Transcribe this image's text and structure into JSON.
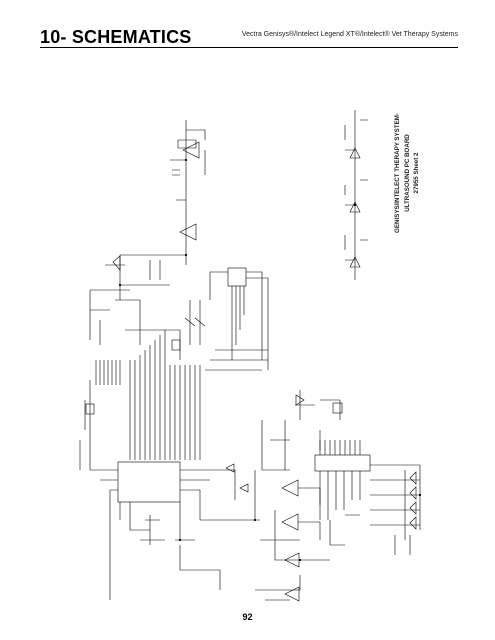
{
  "header": {
    "section_title": "10- SCHEMATICS",
    "subtitle": "Vectra Genisys®/Intelect Legend XT®/Intelect® Vet Therapy Systems"
  },
  "sheet_title": {
    "line1": "GENISYS/INTELECT THERAPY SYSTEM-",
    "line2": "ULTRASOUND PC BOARD",
    "line3": "27955 Sheet 2"
  },
  "page_number": "92",
  "colors": {
    "ink": "#000000",
    "paper": "#ffffff"
  }
}
